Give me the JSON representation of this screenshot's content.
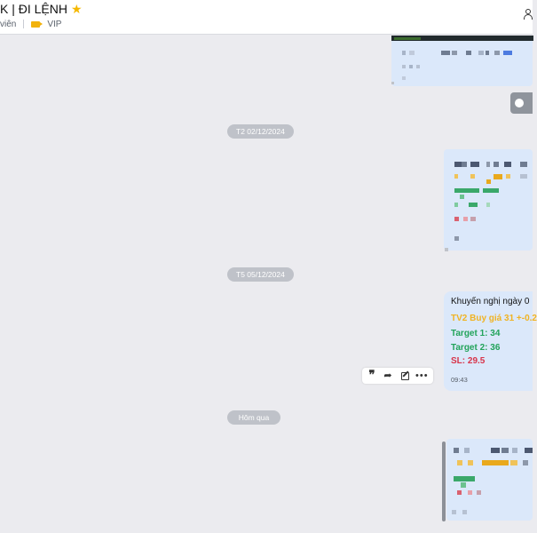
{
  "header": {
    "title": "K | ĐI LỆNH",
    "members_label": "viên",
    "tag_label": "VIP"
  },
  "dates": {
    "first": "T2 02/12/2024",
    "second": "T5 05/12/2024",
    "third": "Hôm qua"
  },
  "recommendation": {
    "heading": "Khuyến nghị ngày 0",
    "entry": "TV2 Buy giá 31 +-0.2",
    "target1": "Target 1: 34",
    "target2": "Target 2: 36",
    "stoploss": "SL: 29.5",
    "time": "09:43"
  },
  "colors": {
    "accent_yellow": "#f0b323",
    "target_green": "#22a35a",
    "stoploss_red": "#d8344a",
    "bubble_blue": "#dbe8fa"
  },
  "icons": {
    "title_star": "star-icon",
    "tag": "tag-icon",
    "members": "user-icon",
    "reply": "quote-icon",
    "forward": "share-icon",
    "note": "edit-icon",
    "more": "more-icon"
  }
}
